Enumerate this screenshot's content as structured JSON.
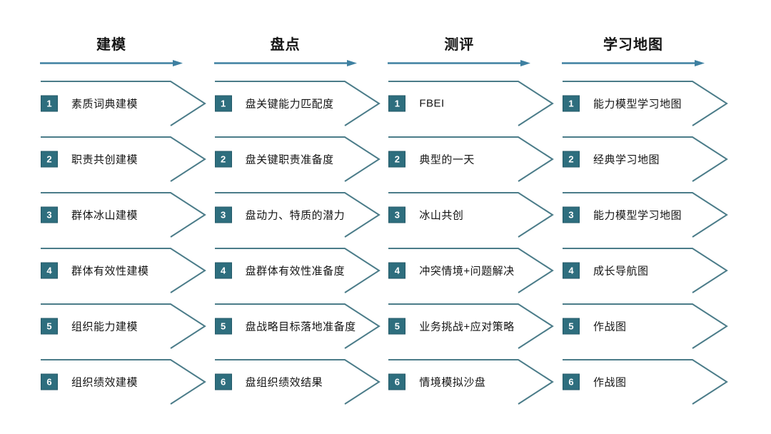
{
  "diagram": {
    "columns": [
      {
        "title": "建模",
        "steps": [
          {
            "num": "1",
            "label": "素质词典建模"
          },
          {
            "num": "2",
            "label": "职责共创建模"
          },
          {
            "num": "3",
            "label": "群体冰山建模"
          },
          {
            "num": "4",
            "label": "群体有效性建模"
          },
          {
            "num": "5",
            "label": "组织能力建模"
          },
          {
            "num": "6",
            "label": "组织绩效建模"
          }
        ]
      },
      {
        "title": "盘点",
        "steps": [
          {
            "num": "1",
            "label": "盘关键能力匹配度"
          },
          {
            "num": "2",
            "label": "盘关键职责准备度"
          },
          {
            "num": "3",
            "label": "盘动力、特质的潜力"
          },
          {
            "num": "4",
            "label": "盘群体有效性准备度"
          },
          {
            "num": "5",
            "label": "盘战略目标落地准备度"
          },
          {
            "num": "6",
            "label": "盘组织绩效结果"
          }
        ]
      },
      {
        "title": "测评",
        "steps": [
          {
            "num": "1",
            "label": "FBEI"
          },
          {
            "num": "2",
            "label": "典型的一天"
          },
          {
            "num": "3",
            "label": "冰山共创"
          },
          {
            "num": "4",
            "label": "冲突情境+问题解决"
          },
          {
            "num": "5",
            "label": "业务挑战+应对策略"
          },
          {
            "num": "6",
            "label": "情境模拟沙盘"
          }
        ]
      },
      {
        "title": "学习地图",
        "steps": [
          {
            "num": "1",
            "label": "能力模型学习地图"
          },
          {
            "num": "2",
            "label": "经典学习地图"
          },
          {
            "num": "3",
            "label": "能力模型学习地图"
          },
          {
            "num": "4",
            "label": "成长导航图"
          },
          {
            "num": "5",
            "label": "作战图"
          },
          {
            "num": "6",
            "label": "作战图"
          }
        ]
      }
    ]
  },
  "colors": {
    "badge_background": "#2e6e7e",
    "badge_border": "#245a68",
    "step_outline": "#4b7c89",
    "header_arrow": "#3e80a1",
    "text": "#141414"
  }
}
